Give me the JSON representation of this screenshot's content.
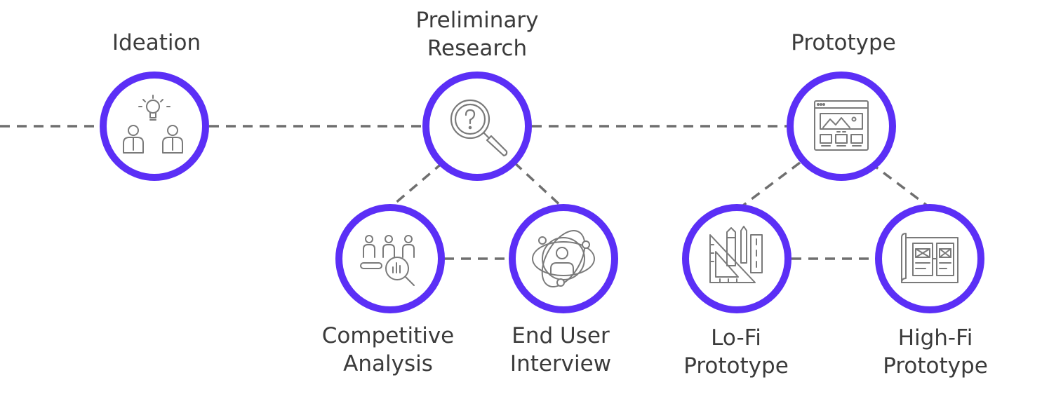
{
  "colors": {
    "ring": "#5b2ff6",
    "connector": "#6f6f6f",
    "icon": "#7a7a7a",
    "label": "#3b3b3b"
  },
  "nodes": [
    {
      "id": "ideation",
      "label_lines": [
        "Ideation"
      ],
      "icon": "brainstorm-icon"
    },
    {
      "id": "preliminary-research",
      "label_lines": [
        "Preliminary",
        "Research"
      ],
      "icon": "magnifier-question-icon"
    },
    {
      "id": "prototype",
      "label_lines": [
        "Prototype"
      ],
      "icon": "browser-wireframe-icon"
    },
    {
      "id": "competitive-analysis",
      "label_lines": [
        "Competitive",
        "Analysis"
      ],
      "icon": "people-analysis-icon"
    },
    {
      "id": "end-user-interview",
      "label_lines": [
        "End User",
        "Interview"
      ],
      "icon": "user-network-icon"
    },
    {
      "id": "lo-fi-prototype",
      "label_lines": [
        "Lo-Fi",
        "Prototype"
      ],
      "icon": "drafting-tools-icon"
    },
    {
      "id": "high-fi-prototype",
      "label_lines": [
        "High-Fi",
        "Prototype"
      ],
      "icon": "blueprint-layout-icon"
    }
  ]
}
